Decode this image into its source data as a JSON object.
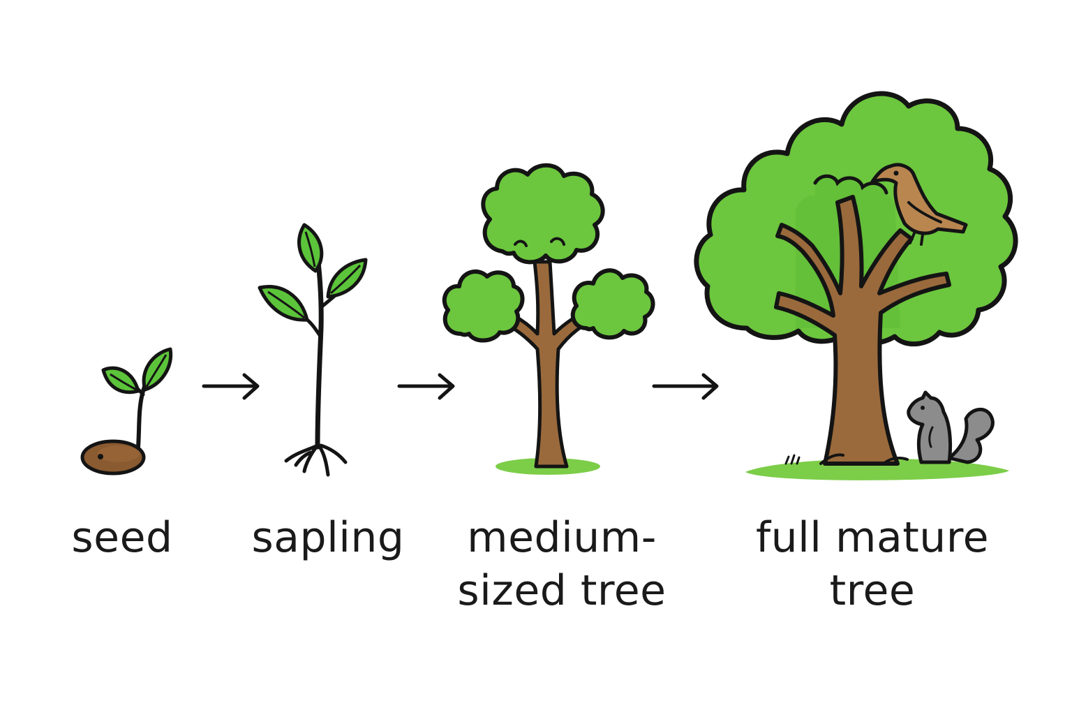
{
  "stages": [
    {
      "label": "seed"
    },
    {
      "label": "sapling"
    },
    {
      "label_line1": "medium-",
      "label_line2": "sized tree"
    },
    {
      "label_line1": "full mature",
      "label_line2": "tree"
    }
  ],
  "colors": {
    "outline": "#141414",
    "leaf_green": "#5cc43a",
    "canopy_green": "#6cc63e",
    "canopy_shade": "#4fa82d",
    "trunk_brown": "#9a6a3c",
    "seed_brown": "#8a5a30",
    "bird_brown": "#b98650",
    "squirrel_gray": "#8c8c8c",
    "grass_green": "#7ccd48"
  },
  "icons": [
    "seed-icon",
    "sprout-icon",
    "sapling-icon",
    "medium-tree-icon",
    "mature-tree-icon",
    "bird-icon",
    "squirrel-icon",
    "arrow-right-icon"
  ]
}
